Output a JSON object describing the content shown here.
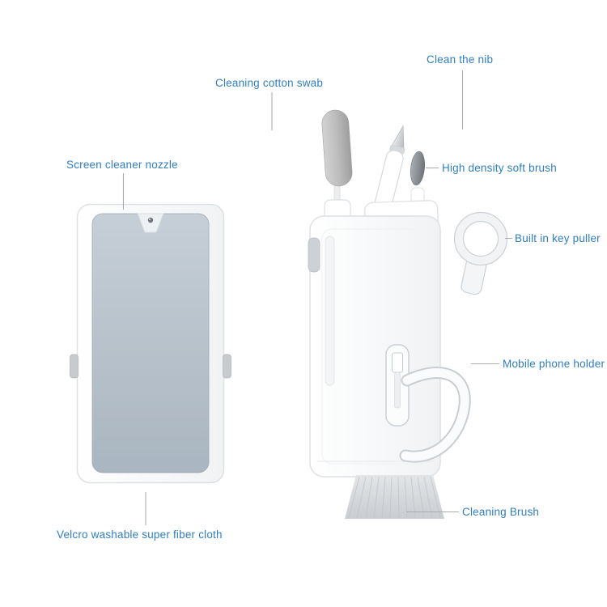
{
  "background": "#ffffff",
  "colors": {
    "label_text": "#2f7ec3",
    "leader_line": "#a8adb2",
    "fiber_cloth": "#b0bcc6",
    "cotton_swab": "#b9b9b9",
    "soft_brush_tip": "#8a9095",
    "product_outline": "#dde1e4",
    "bristles": "#cfd3d6"
  },
  "callouts": [
    {
      "id": "clean-the-nib",
      "label": "Clean the nib",
      "target": "nib-pen"
    },
    {
      "id": "cleaning-cotton-swab",
      "label": "Cleaning cotton swab",
      "target": "cotton-swab"
    },
    {
      "id": "screen-cleaner-nozzle",
      "label": "Screen cleaner nozzle",
      "target": "spray-nozzle"
    },
    {
      "id": "high-density-soft-brush",
      "label": "High density soft brush",
      "target": "soft-brush-tip"
    },
    {
      "id": "built-in-key-puller",
      "label": "Built in key puller",
      "target": "key-puller"
    },
    {
      "id": "mobile-phone-holder",
      "label": "Mobile phone holder",
      "target": "phone-holder-arm"
    },
    {
      "id": "cleaning-brush",
      "label": "Cleaning Brush",
      "target": "cleaning-brush-bristles"
    },
    {
      "id": "velcro-washable-super-fiber-cloth",
      "label": "Velcro washable super fiber cloth",
      "target": "fiber-cloth"
    }
  ]
}
